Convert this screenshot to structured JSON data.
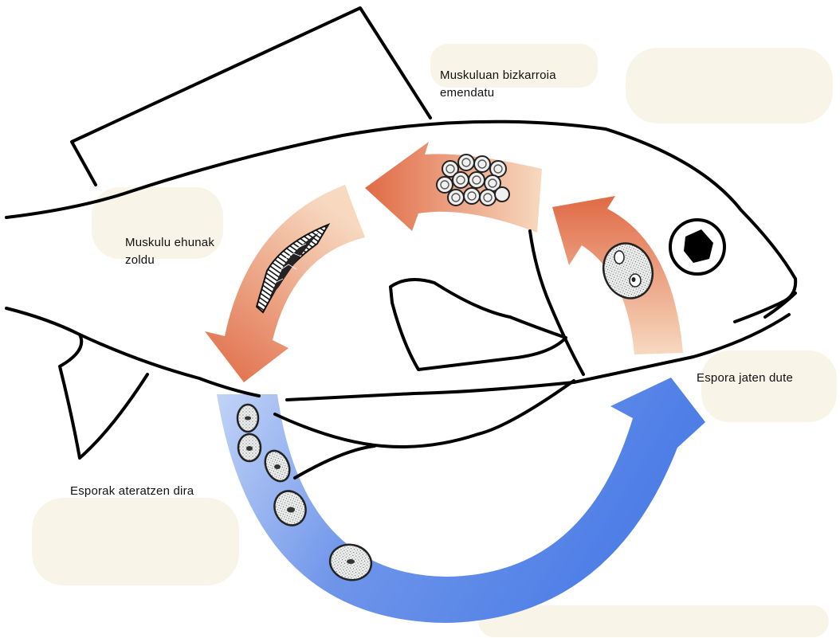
{
  "labels": {
    "muscle_growth": [
      "Muskuluan bizkarroia",
      "emendatu"
    ],
    "muscle_tissue": [
      "Muskulu ehunak",
      "zoldu"
    ],
    "spore_eaten": [
      "Espora jaten dute"
    ],
    "spores_released": [
      "Esporak ateratzen dira"
    ]
  },
  "colors": {
    "outline": "#000000",
    "orange_dark": "#e06a45",
    "orange_light": "#f6d6bc",
    "blue_dark": "#4a7ce6",
    "blue_light": "#c5d6f7",
    "spore_fill": "#eef0f0",
    "beige_patch": "#f5f1e0"
  }
}
